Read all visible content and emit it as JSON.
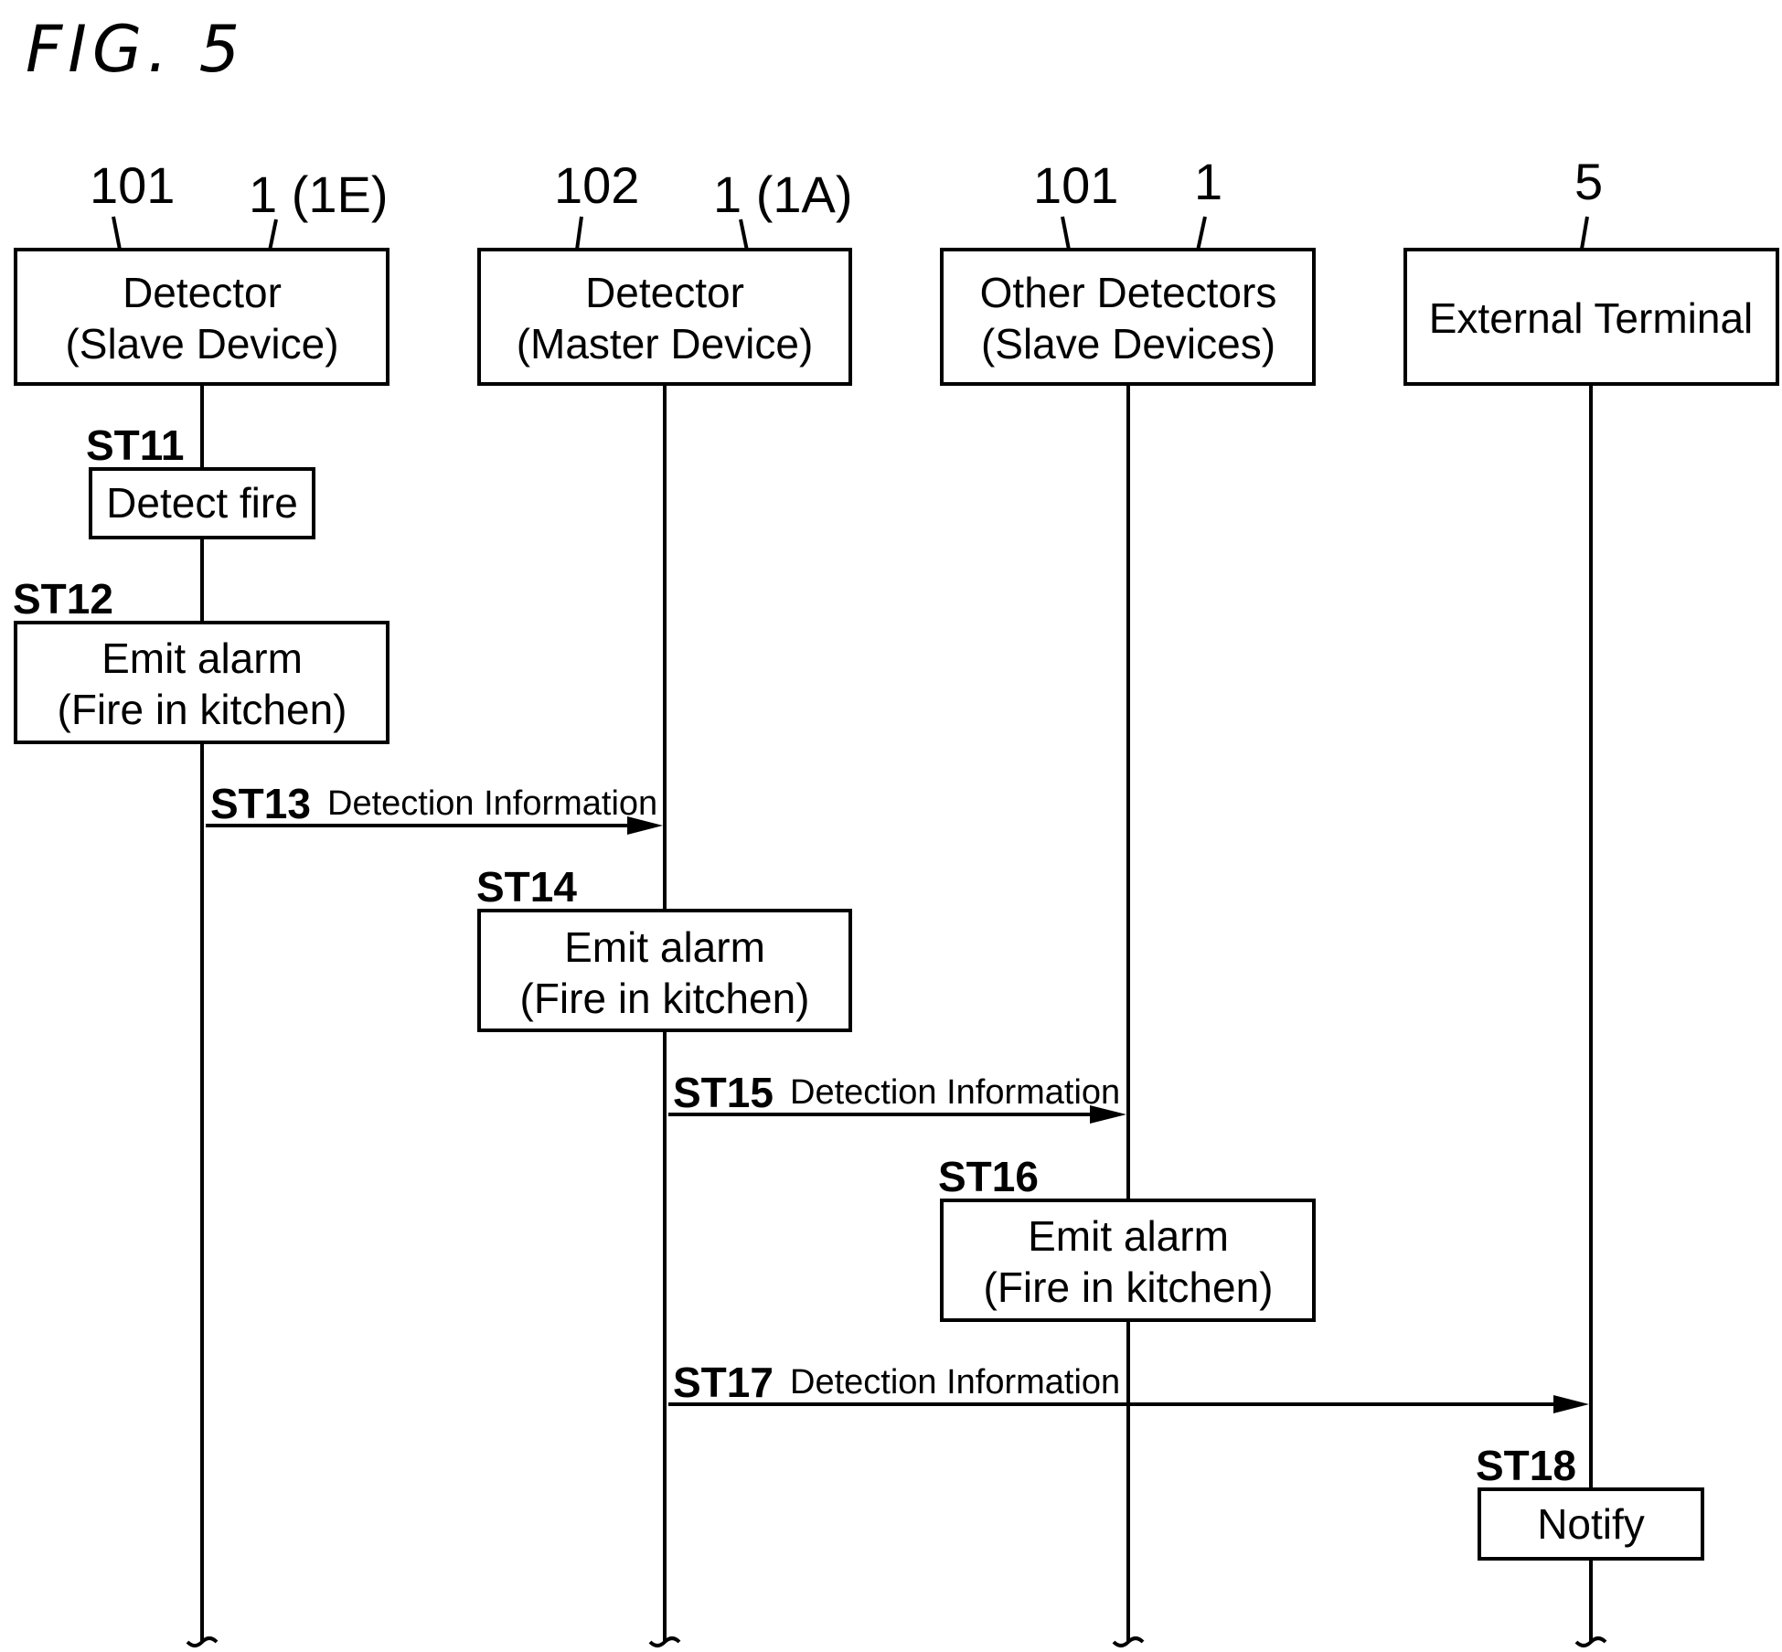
{
  "figure": {
    "title": "FIG. 5"
  },
  "lifelines": [
    {
      "refs": [
        "101",
        "1 (1E)"
      ],
      "title": "Detector",
      "subtitle": "(Slave Device)"
    },
    {
      "refs": [
        "102",
        "1 (1A)"
      ],
      "title": "Detector",
      "subtitle": "(Master Device)"
    },
    {
      "refs": [
        "101",
        "1"
      ],
      "title": "Other Detectors",
      "subtitle": "(Slave Devices)"
    },
    {
      "refs": [
        "5"
      ],
      "title": "External Terminal",
      "subtitle": ""
    }
  ],
  "steps": [
    {
      "id": "ST11",
      "lane": 0,
      "lines": [
        "Detect fire"
      ]
    },
    {
      "id": "ST12",
      "lane": 0,
      "lines": [
        "Emit alarm",
        "(Fire in kitchen)"
      ]
    },
    {
      "id": "ST14",
      "lane": 1,
      "lines": [
        "Emit alarm",
        "(Fire in kitchen)"
      ]
    },
    {
      "id": "ST16",
      "lane": 2,
      "lines": [
        "Emit alarm",
        "(Fire in kitchen)"
      ]
    },
    {
      "id": "ST18",
      "lane": 3,
      "lines": [
        "Notify"
      ]
    }
  ],
  "messages": [
    {
      "id": "ST13",
      "label": "Detection Information",
      "from": 0,
      "to": 1
    },
    {
      "id": "ST15",
      "label": "Detection Information",
      "from": 1,
      "to": 2
    },
    {
      "id": "ST17",
      "label": "Detection Information",
      "from": 1,
      "to": 3
    }
  ]
}
